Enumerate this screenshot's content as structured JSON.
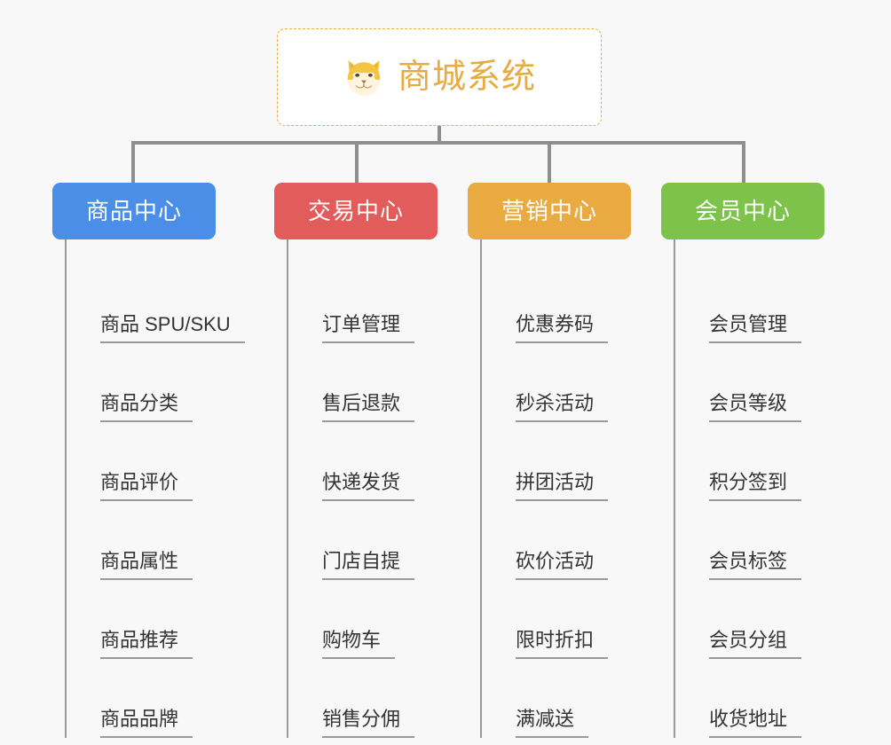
{
  "root": {
    "title": "商城系统",
    "icon": "shiba-inu-dog-face-emoji",
    "border_color": "#e9ab41",
    "text_color": "#e9ab41",
    "background": "#ffffff"
  },
  "canvas": {
    "background": "#f8f8f8",
    "connector_color": "#8e8e8e",
    "leaf_line_color": "#9a9a9a",
    "leaf_text_color": "#333333"
  },
  "columns": [
    {
      "title": "商品中心",
      "color": "#4a8ee8",
      "items": [
        "商品 SPU/SKU",
        "商品分类",
        "商品评价",
        "商品属性",
        "商品推荐",
        "商品品牌"
      ]
    },
    {
      "title": "交易中心",
      "color": "#e25c5c",
      "items": [
        "订单管理",
        "售后退款",
        "快递发货",
        "门店自提",
        "购物车",
        "销售分佣"
      ]
    },
    {
      "title": "营销中心",
      "color": "#e9ab41",
      "items": [
        "优惠券码",
        "秒杀活动",
        "拼团活动",
        "砍价活动",
        "限时折扣",
        "满减送"
      ]
    },
    {
      "title": "会员中心",
      "color": "#7dc24b",
      "items": [
        "会员管理",
        "会员等级",
        "积分签到",
        "会员标签",
        "会员分组",
        "收货地址"
      ]
    }
  ]
}
